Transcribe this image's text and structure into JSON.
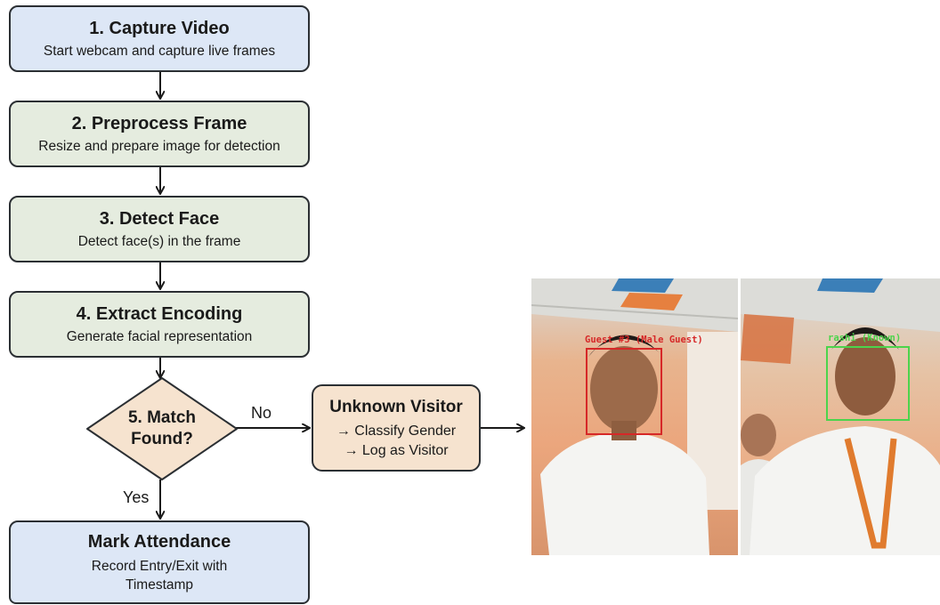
{
  "steps": [
    {
      "title": "1. Capture Video",
      "desc": "Start webcam and capture live frames"
    },
    {
      "title": "2. Preprocess Frame",
      "desc": "Resize and prepare image for detection"
    },
    {
      "title": "3. Detect Face",
      "desc": "Detect face(s) in the frame"
    },
    {
      "title": "4. Extract Encoding",
      "desc": "Generate facial representation"
    }
  ],
  "decision": {
    "line1": "5. Match",
    "line2": "Found?"
  },
  "edge_no": "No",
  "edge_yes": "Yes",
  "unknown": {
    "title": "Unknown Visitor",
    "line1": "→ Classify Gender",
    "line2": "→ Log as Visitor"
  },
  "attendance": {
    "title": "Mark Attendance",
    "line1": "Record Entry/Exit with",
    "line2": "Timestamp"
  },
  "photos": {
    "left_tag": "Guest #3 (Male Guest)",
    "right_tag": "rashi (Known)"
  },
  "colors": {
    "process_blue": "#dde7f6",
    "process_green": "#e5ecdf",
    "decision_peach": "#f6e3cf",
    "guest_box": "#d62828",
    "known_box": "#4cd44c"
  }
}
